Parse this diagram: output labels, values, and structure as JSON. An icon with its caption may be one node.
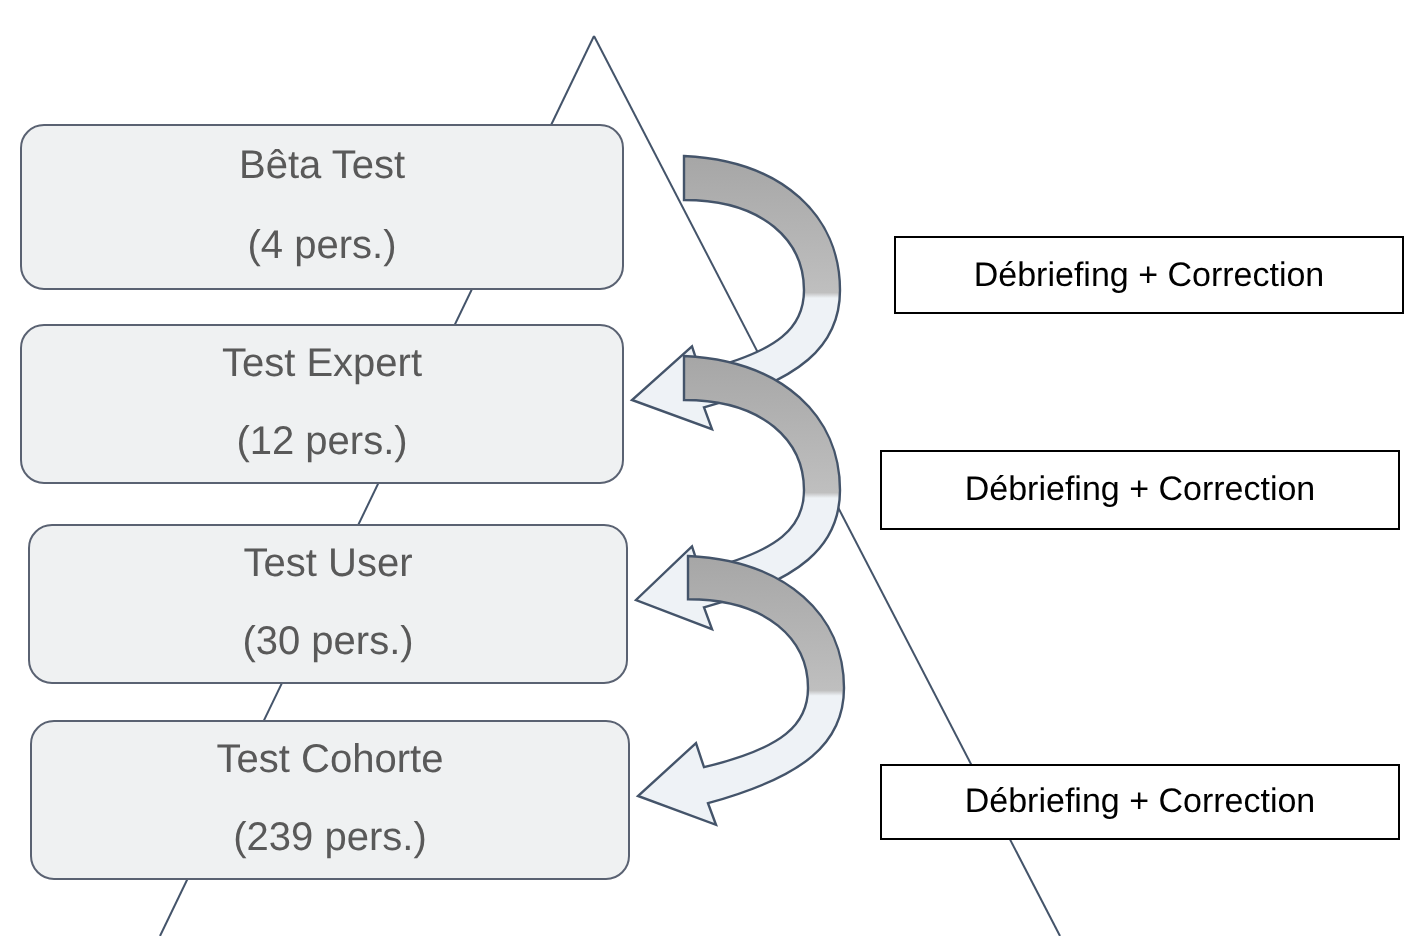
{
  "diagram": {
    "nodes": [
      {
        "text": [
          "Bêta Test",
          "(4 pers.)"
        ]
      },
      {
        "text": [
          "Test Expert",
          "(12 pers.)"
        ]
      },
      {
        "text": [
          "Test User",
          "(30 pers.)"
        ]
      },
      {
        "text": [
          "Test Cohorte",
          "(239 pers.)"
        ]
      },
      {
        "text": [
          "Débriefing + Correction"
        ]
      },
      {
        "text": [
          "Débriefing + Correction"
        ]
      },
      {
        "text": [
          "Débriefing + Correction"
        ]
      }
    ],
    "edges": [
      {
        "from": 0,
        "to": 1,
        "arrow": "to",
        "style": "thick"
      },
      {
        "from": 1,
        "to": 2,
        "arrow": "to",
        "style": "thick"
      },
      {
        "from": 2,
        "to": 3,
        "arrow": "to",
        "style": "thick"
      }
    ]
  }
}
